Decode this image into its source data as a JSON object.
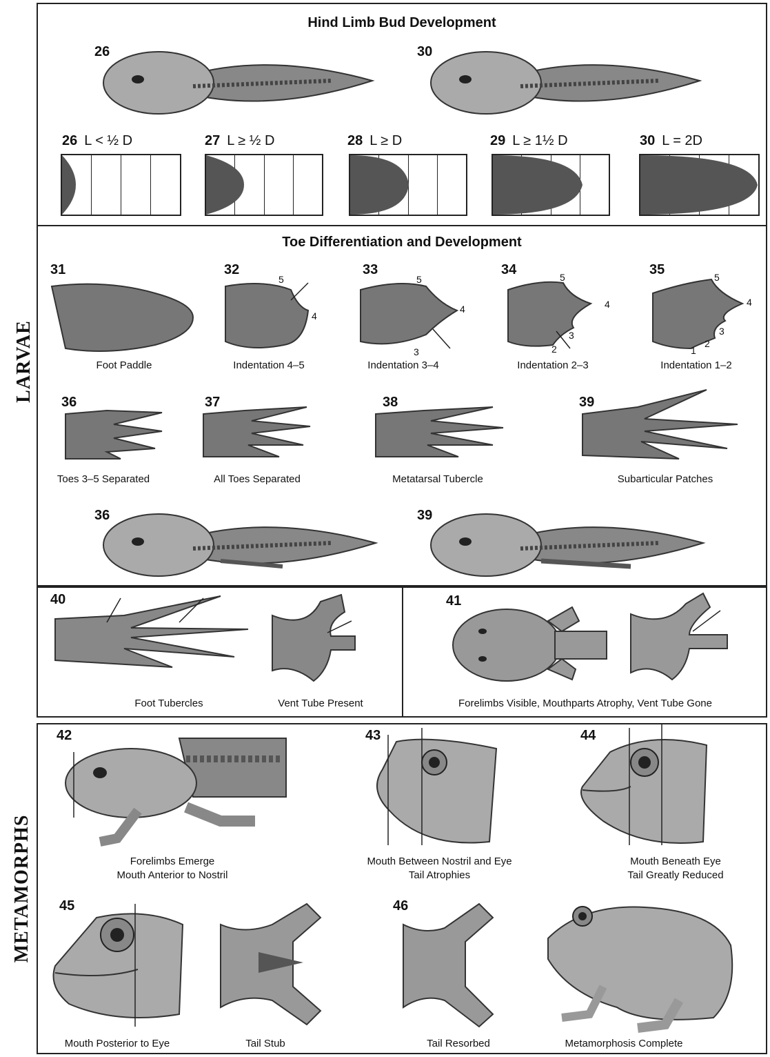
{
  "side_labels": {
    "larvae": "LARVAE",
    "metamorphs": "METAMORPHS"
  },
  "hind_limb": {
    "title": "Hind Limb Bud Development",
    "tadpoles": [
      "26",
      "30"
    ],
    "buds": [
      {
        "stage": "26",
        "formula": "L < ½ D"
      },
      {
        "stage": "27",
        "formula": "L ≥ ½ D"
      },
      {
        "stage": "28",
        "formula": "L ≥ D"
      },
      {
        "stage": "29",
        "formula": "L ≥ 1½ D"
      },
      {
        "stage": "30",
        "formula": "L = 2D"
      }
    ]
  },
  "toe": {
    "title": "Toe Differentiation and Development",
    "row1": [
      {
        "stage": "31",
        "caption": "Foot Paddle"
      },
      {
        "stage": "32",
        "caption": "Indentation 4–5"
      },
      {
        "stage": "33",
        "caption": "Indentation 3–4"
      },
      {
        "stage": "34",
        "caption": "Indentation 2–3"
      },
      {
        "stage": "35",
        "caption": "Indentation 1–2"
      }
    ],
    "row2": [
      {
        "stage": "36",
        "caption": "Toes 3–5 Separated"
      },
      {
        "stage": "37",
        "caption": "All Toes Separated"
      },
      {
        "stage": "38",
        "caption": "Metatarsal Tubercle"
      },
      {
        "stage": "39",
        "caption": "Subarticular Patches"
      }
    ],
    "tadpoles": [
      "36",
      "39"
    ],
    "toe_numbers": {
      "one": "1",
      "two": "2",
      "three": "3",
      "four": "4",
      "five": "5"
    }
  },
  "stage40": {
    "stage": "40",
    "cap_a": "Foot Tubercles",
    "cap_b": "Vent Tube Present"
  },
  "stage41": {
    "stage": "41",
    "caption": "Forelimbs Visible, Mouthparts Atrophy, Vent Tube Gone"
  },
  "meta": {
    "row1": [
      {
        "stage": "42",
        "line1": "Forelimbs Emerge",
        "line2": "Mouth Anterior to Nostril"
      },
      {
        "stage": "43",
        "line1": "Mouth Between Nostril and Eye",
        "line2": "Tail Atrophies"
      },
      {
        "stage": "44",
        "line1": "Mouth Beneath Eye",
        "line2": "Tail Greatly Reduced"
      }
    ],
    "row2": {
      "s45": "45",
      "s46": "46",
      "cap_a": "Mouth Posterior to Eye",
      "cap_b": "Tail Stub",
      "cap_c": "Tail Resorbed",
      "cap_d": "Metamorphosis Complete"
    }
  }
}
